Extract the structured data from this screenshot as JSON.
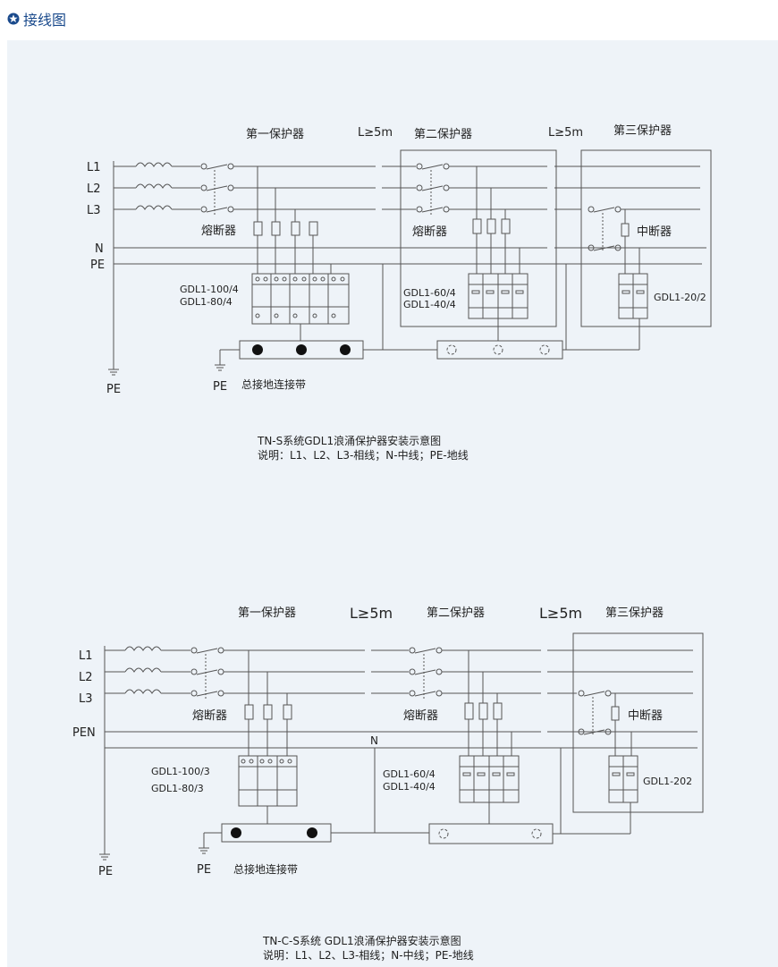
{
  "header": {
    "title": "接线图",
    "icon": "star-badge-icon",
    "color": "#1a4a8c"
  },
  "colors": {
    "panel_bg": "#eef3f8",
    "line": "#555555"
  },
  "diagram1": {
    "first": "第一保护器",
    "dist1": "L≥5m",
    "second": "第二保护器",
    "dist2": "L≥5m",
    "third": "第三保护器",
    "l1": "L1",
    "l2": "L2",
    "l3": "L3",
    "n": "N",
    "pe": "PE",
    "fuse1": "熔断器",
    "fuse2": "熔断器",
    "breaker": "中断器",
    "spd1a": "GDL1-100/4",
    "spd1b": "GDL1-80/4",
    "spd2a": "GDL1-60/4",
    "spd2b": "GDL1-40/4",
    "spd3": "GDL1-20/2",
    "pe_ground": "PE",
    "pe_bus": "PE",
    "bus_label": "总接地连接带",
    "caption1": "TN-S系统GDL1浪涌保护器安装示意图",
    "caption2": "说明：L1、L2、L3-相线；N-中线；PE-地线"
  },
  "diagram2": {
    "first": "第一保护器",
    "dist1": "L≥5m",
    "second": "第二保护器",
    "dist2": "L≥5m",
    "third": "第三保护器",
    "l1": "L1",
    "l2": "L2",
    "l3": "L3",
    "pen": "PEN",
    "n": "N",
    "fuse1": "熔断器",
    "fuse2": "熔断器",
    "breaker": "中断器",
    "spd1a": "GDL1-100/3",
    "spd1b": "GDL1-80/3",
    "spd2a": "GDL1-60/4",
    "spd2b": "GDL1-40/4",
    "spd3": "GDL1-202",
    "pe_ground": "PE",
    "pe_bus": "PE",
    "bus_label": "总接地连接带",
    "caption1": "TN-C-S系统 GDL1浪涌保护器安装示意图",
    "caption2": "说明：L1、L2、L3-相线；N-中线；PE-地线"
  }
}
